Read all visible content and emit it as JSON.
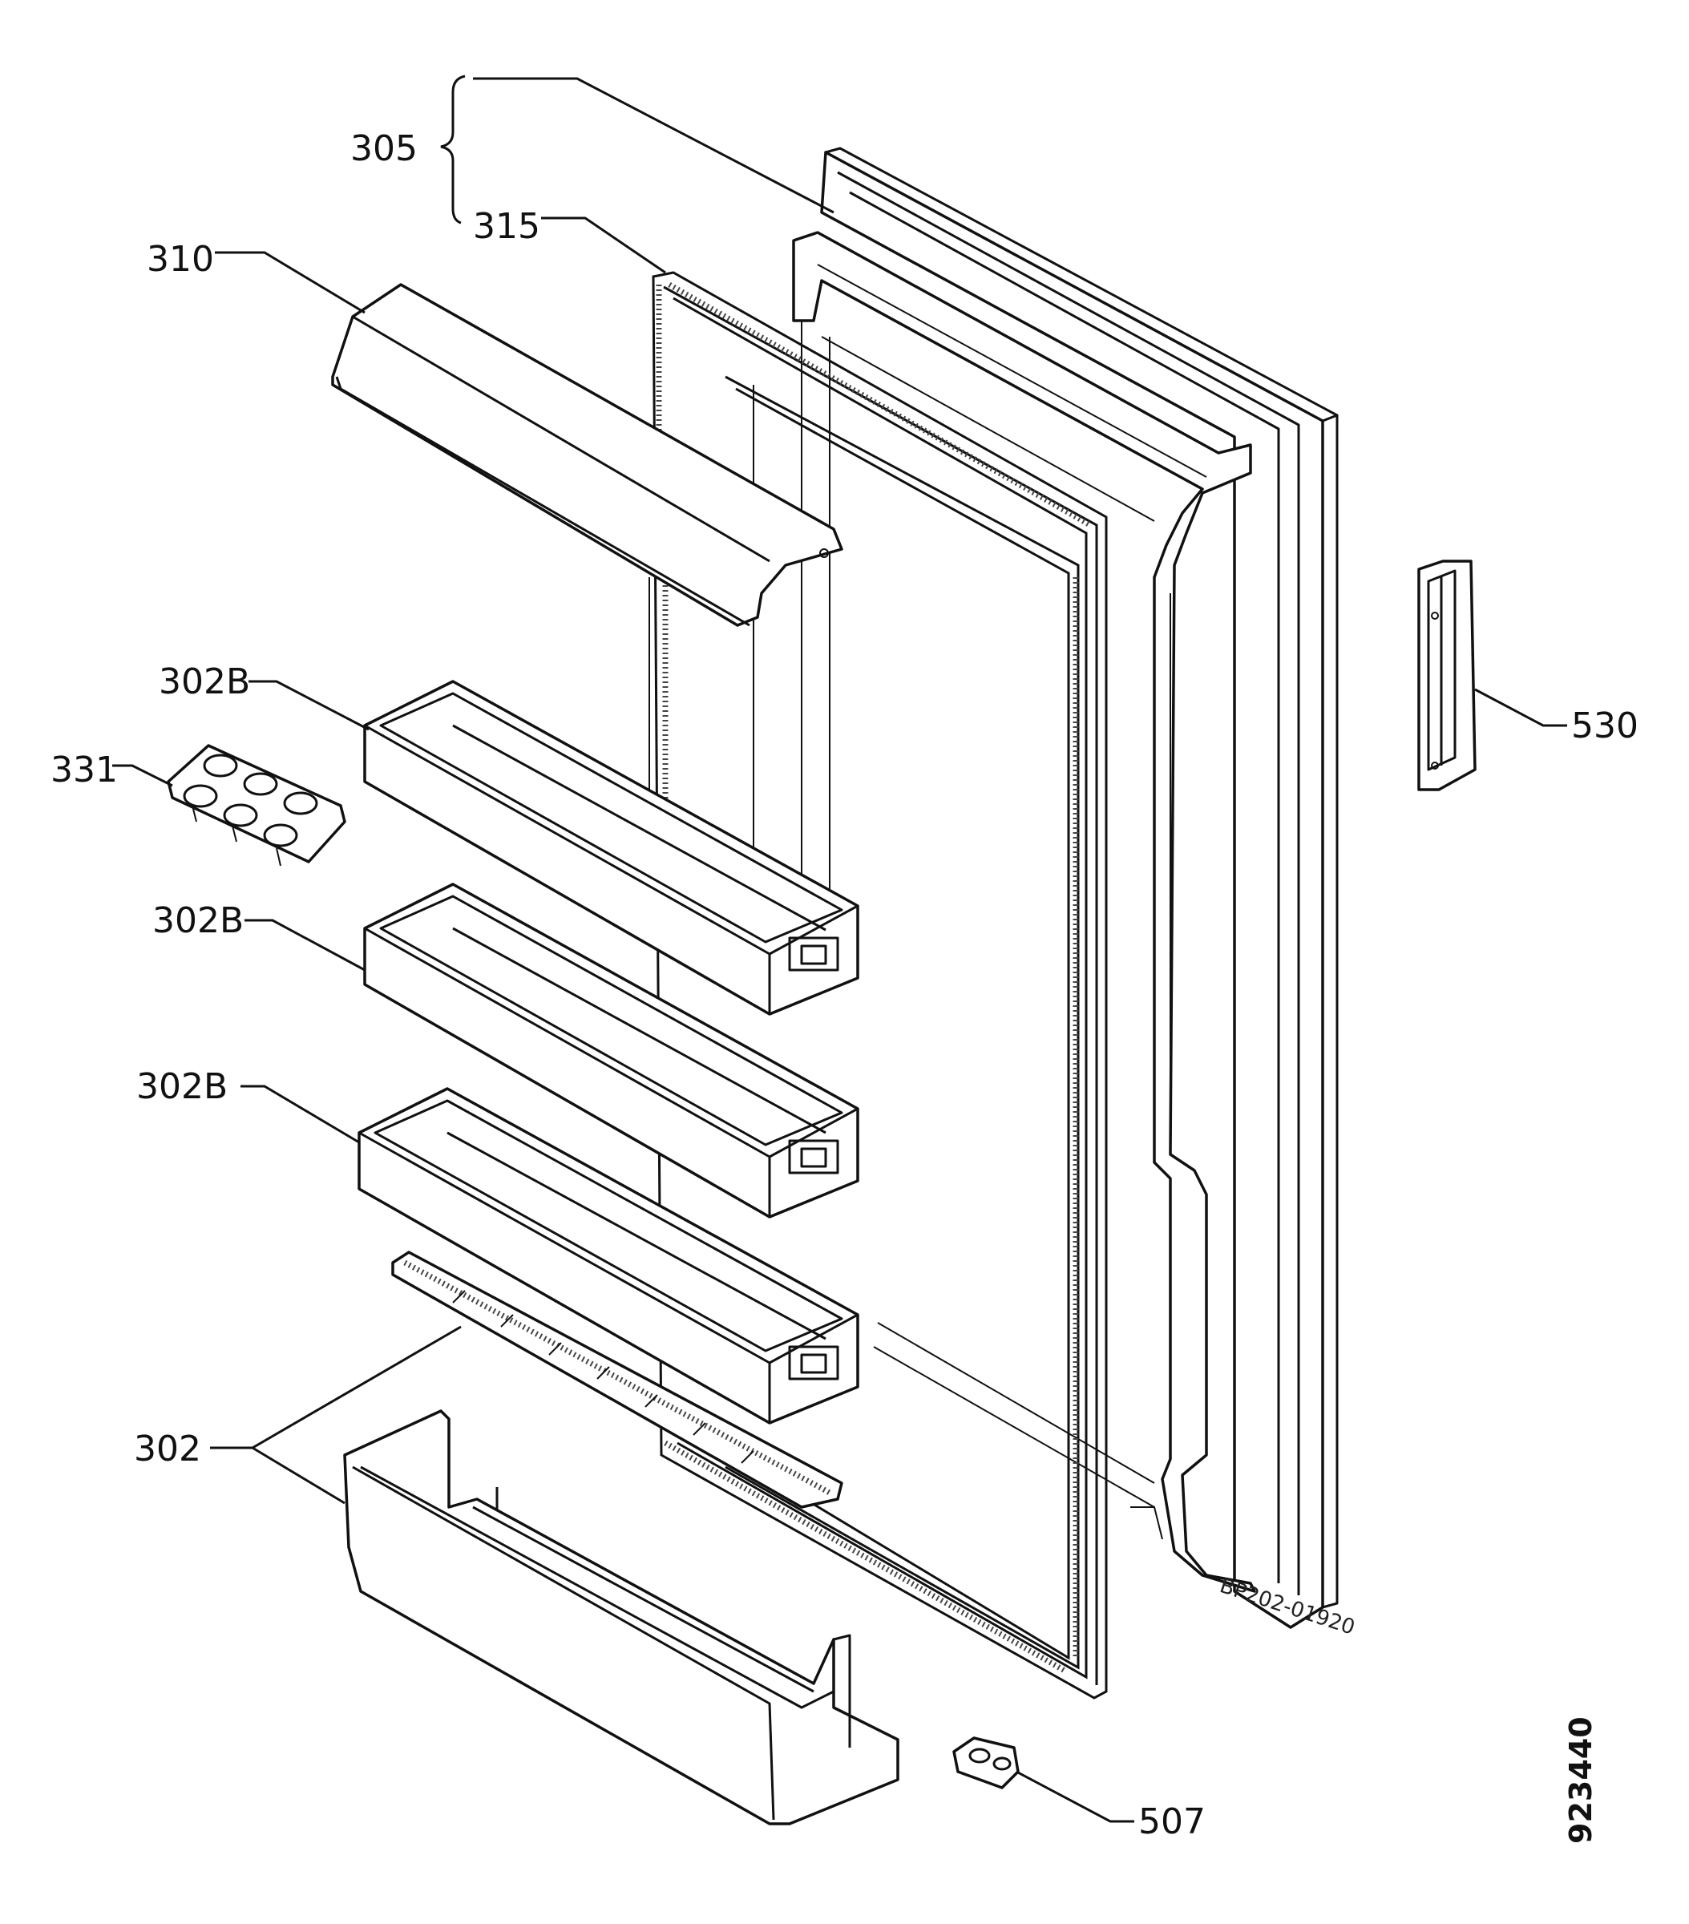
{
  "callouts": {
    "c305": "305",
    "c315": "315",
    "c310": "310",
    "c302b_1": "302B",
    "c331": "331",
    "c302b_2": "302B",
    "c302b_3": "302B",
    "c302": "302",
    "c530": "530",
    "c507": "507"
  },
  "drawing_ref": "BP202-01920",
  "document_number": "923440"
}
